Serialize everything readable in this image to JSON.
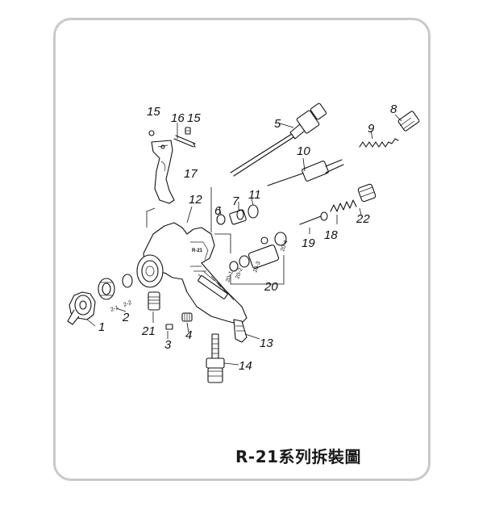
{
  "diagram": {
    "title": "R-21系列拆裝圖",
    "body_stamp": "R-21",
    "callouts": [
      {
        "id": "c1",
        "label": "1"
      },
      {
        "id": "c2",
        "label": "2"
      },
      {
        "id": "c3",
        "label": "3"
      },
      {
        "id": "c4",
        "label": "4"
      },
      {
        "id": "c5",
        "label": "5"
      },
      {
        "id": "c6",
        "label": "6"
      },
      {
        "id": "c7",
        "label": "7"
      },
      {
        "id": "c8",
        "label": "8"
      },
      {
        "id": "c9",
        "label": "9"
      },
      {
        "id": "c10",
        "label": "10"
      },
      {
        "id": "c11",
        "label": "11"
      },
      {
        "id": "c12",
        "label": "12"
      },
      {
        "id": "c13",
        "label": "13"
      },
      {
        "id": "c14",
        "label": "14"
      },
      {
        "id": "c15a",
        "label": "15"
      },
      {
        "id": "c15b",
        "label": "15"
      },
      {
        "id": "c16",
        "label": "16"
      },
      {
        "id": "c17",
        "label": "17"
      },
      {
        "id": "c18",
        "label": "18"
      },
      {
        "id": "c19",
        "label": "19"
      },
      {
        "id": "c20",
        "label": "20"
      },
      {
        "id": "c21",
        "label": "21"
      },
      {
        "id": "c22",
        "label": "22"
      }
    ],
    "sub_labels": [
      {
        "id": "s2_1",
        "label": "2-1"
      },
      {
        "id": "s2_2",
        "label": "2-2"
      },
      {
        "id": "s20_1",
        "label": "20-1"
      },
      {
        "id": "s20_2",
        "label": "20-2"
      },
      {
        "id": "s20_3",
        "label": "20-3"
      },
      {
        "id": "s20_4",
        "label": "20-4"
      }
    ]
  }
}
